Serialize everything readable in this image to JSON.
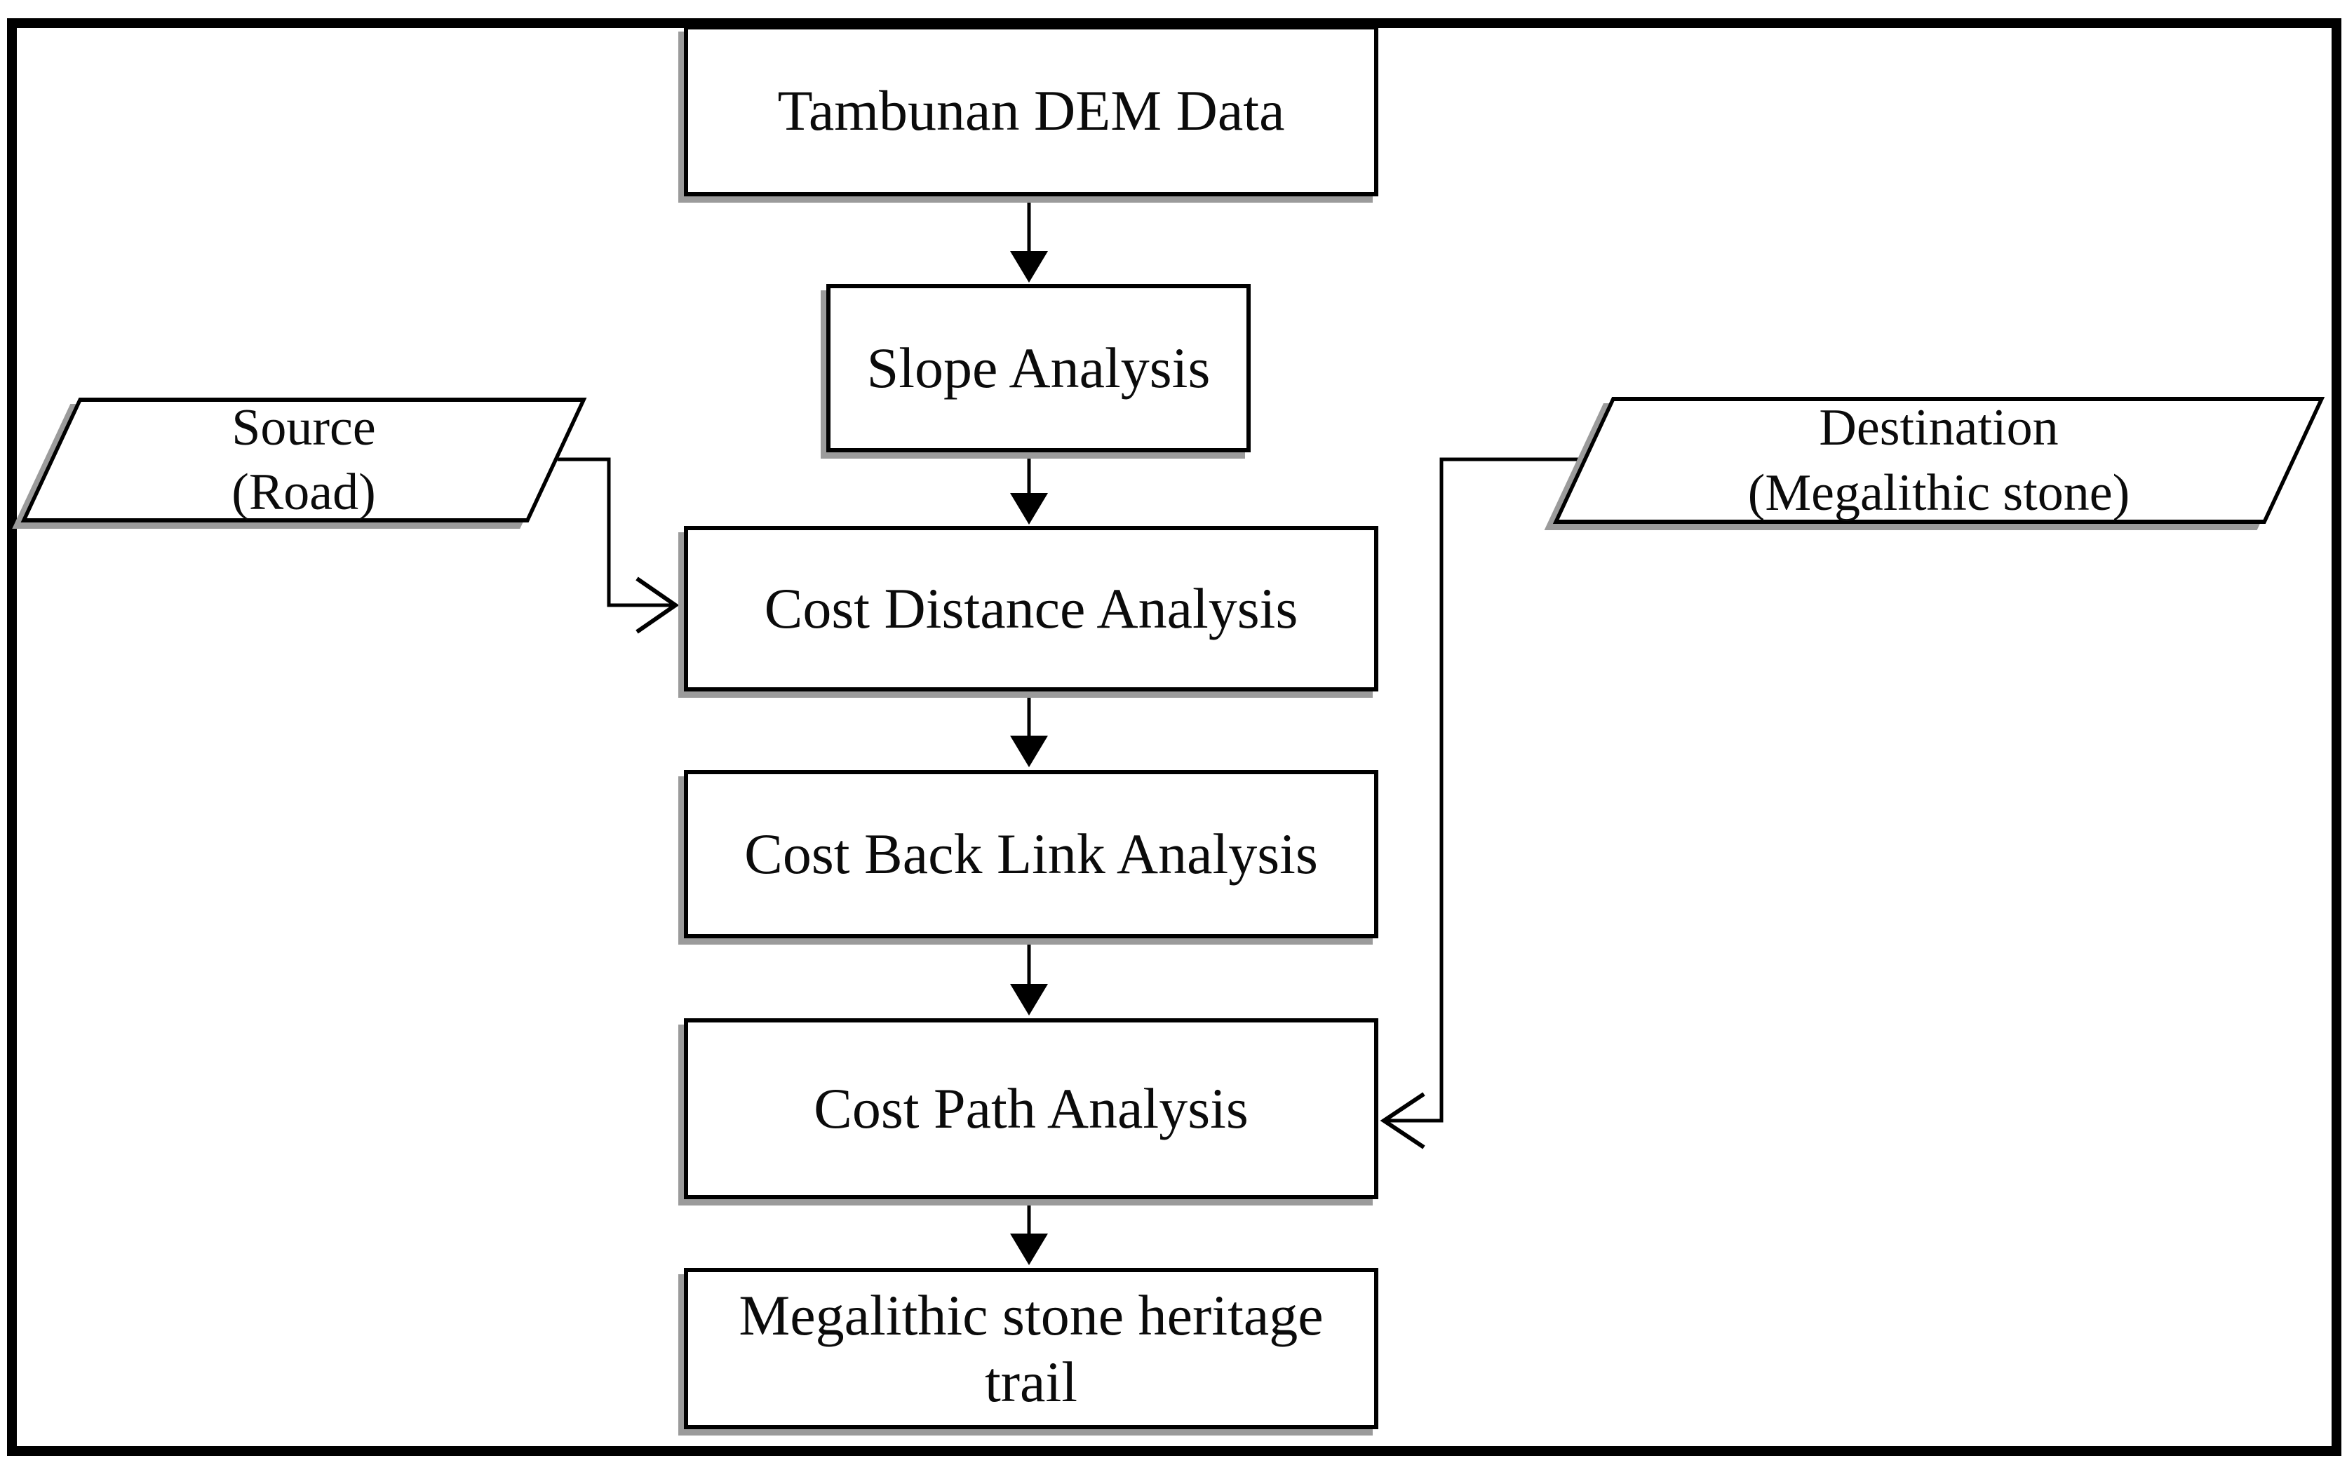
{
  "diagram": {
    "type": "flowchart",
    "nodes": {
      "dem": {
        "label": "Tambunan DEM Data",
        "shape": "rectangle"
      },
      "slope": {
        "label": "Slope Analysis",
        "shape": "rectangle"
      },
      "source": {
        "line1": "Source",
        "line2": "(Road)",
        "shape": "parallelogram"
      },
      "destination": {
        "line1": "Destination",
        "line2": "(Megalithic stone)",
        "shape": "parallelogram"
      },
      "cost_distance": {
        "label": "Cost Distance Analysis",
        "shape": "rectangle"
      },
      "cost_back_link": {
        "label": "Cost Back Link Analysis",
        "shape": "rectangle"
      },
      "cost_path": {
        "label": "Cost Path Analysis",
        "shape": "rectangle"
      },
      "heritage": {
        "line1": "Megalithic stone heritage",
        "line2": "trail",
        "shape": "rectangle"
      }
    },
    "edges": [
      {
        "from": "dem",
        "to": "slope"
      },
      {
        "from": "slope",
        "to": "cost_distance"
      },
      {
        "from": "source",
        "to": "cost_distance"
      },
      {
        "from": "cost_distance",
        "to": "cost_back_link"
      },
      {
        "from": "cost_back_link",
        "to": "cost_path"
      },
      {
        "from": "destination",
        "to": "cost_path"
      },
      {
        "from": "cost_path",
        "to": "heritage"
      }
    ],
    "colors": {
      "stroke": "#000000",
      "node_fill": "#ffffff",
      "shadow": "#9b9b9b",
      "text": "#0b0b0b",
      "background": "#ffffff"
    }
  }
}
